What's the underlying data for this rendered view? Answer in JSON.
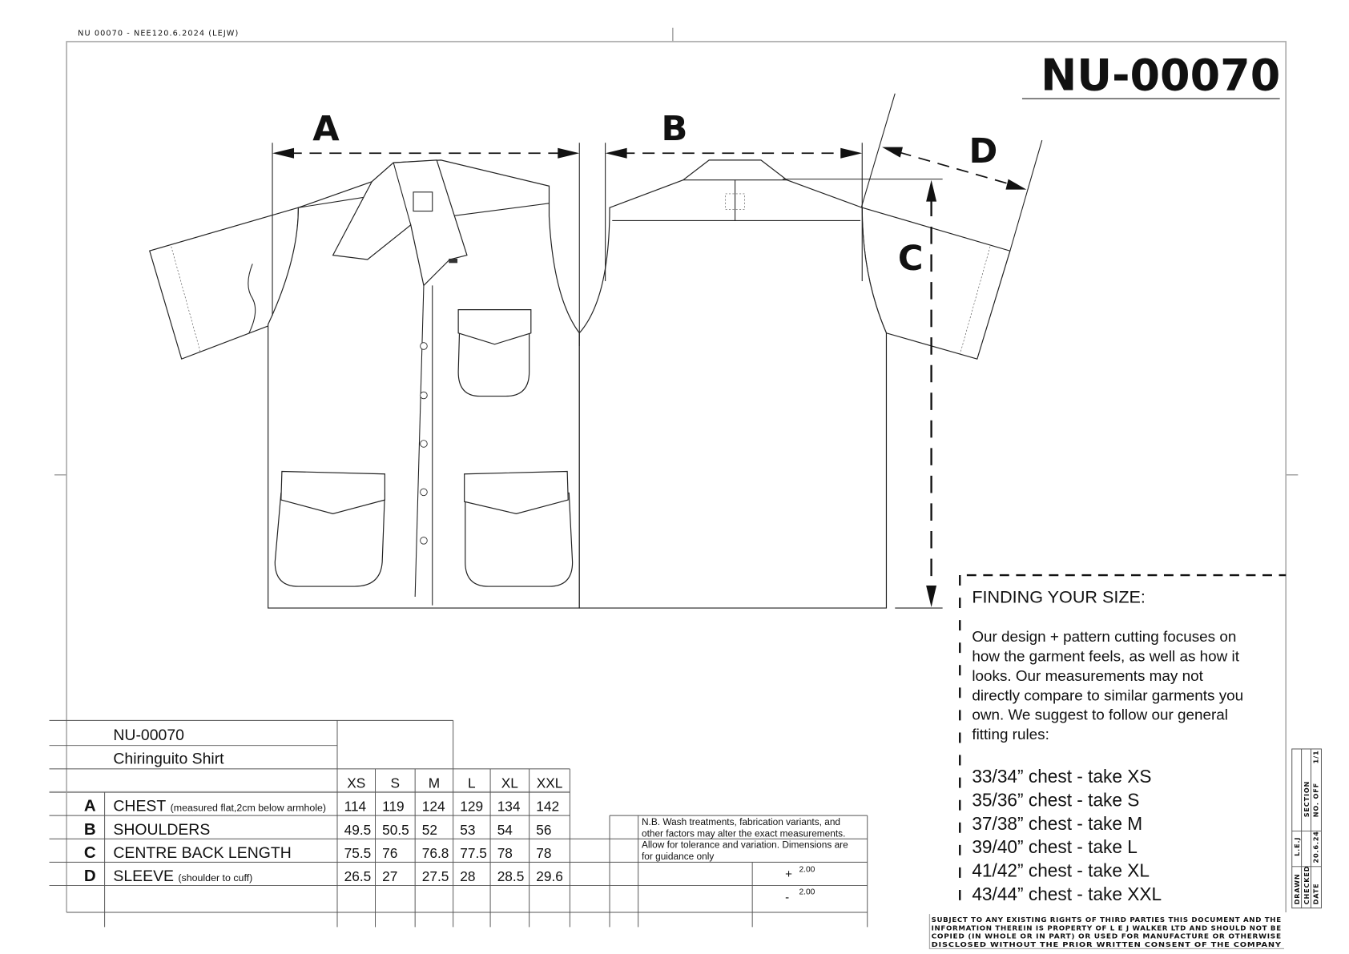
{
  "header_code": "NU 00070 - NEE120.6.2024 (LEJW)",
  "title": "NU-00070",
  "dimension_labels": {
    "a": "A",
    "b": "B",
    "c": "C",
    "d": "D"
  },
  "finding_size": {
    "heading": "FINDING YOUR SIZE:",
    "body_lines": [
      "Our design + pattern cutting focuses on",
      "how the garment feels, as well as how it",
      "looks. Our measurements may not",
      "directly compare to similar garments you",
      "own. We suggest to follow our general",
      "fitting rules:"
    ],
    "rules": [
      "33/34” chest - take XS",
      "35/36” chest - take S",
      "37/38” chest - take M",
      "39/40” chest - take L",
      "41/42” chest - take XL",
      "43/44” chest - take XXL"
    ]
  },
  "size_table": {
    "code": "NU-00070",
    "name": "Chiringuito Shirt",
    "sizes": [
      "XS",
      "S",
      "M",
      "L",
      "XL",
      "XXL"
    ],
    "rows": [
      {
        "key": "A",
        "label": "CHEST",
        "note": "(measured flat,2cm below armhole)",
        "values": [
          "114",
          "119",
          "124",
          "129",
          "134",
          "142"
        ]
      },
      {
        "key": "B",
        "label": "SHOULDERS",
        "note": "",
        "values": [
          "49.5",
          "50.5",
          "52",
          "53",
          "54",
          "56"
        ]
      },
      {
        "key": "C",
        "label": "CENTRE BACK LENGTH",
        "note": "",
        "values": [
          "75.5",
          "76",
          "76.8",
          "77.5",
          "78",
          "78"
        ]
      },
      {
        "key": "D",
        "label": "SLEEVE",
        "note": "(shoulder to cuff)",
        "values": [
          "26.5",
          "27",
          "27.5",
          "28",
          "28.5",
          "29.6"
        ]
      }
    ]
  },
  "note": {
    "lines": [
      "N.B. Wash treatments, fabrication variants, and",
      "other factors may alter the exact measurements.",
      "Allow for tolerance and variation. Dimensions are",
      "for guidance only"
    ],
    "tolerance_plus_sign": "+",
    "tolerance_plus": "2.00",
    "tolerance_minus_sign": "-",
    "tolerance_minus": "2.00"
  },
  "legal_lines": [
    "SUBJECT TO ANY EXISTING RIGHTS OF THIRD PARTIES THIS DOCUMENT AND THE",
    "INFORMATION THEREIN IS PROPERTY OF L E J WALKER LTD AND SHOULD NOT BE",
    "COPIED (IN WHOLE OR IN PART) OR USED FOR MANUFACTURE OR OTHERWISE",
    "DISCLOSED WITHOUT THE PRIOR WRITTEN CONSENT OF THE COMPANY"
  ],
  "title_block": {
    "drawn_label": "DRAWN",
    "drawn_value": "L.E.J",
    "checked_label": "CHECKED",
    "date_label": "DATE",
    "date_value": "20.6.24",
    "section_label": "SECTION",
    "no_off_label": "NO. OFF",
    "no_off_value": "1/1"
  }
}
